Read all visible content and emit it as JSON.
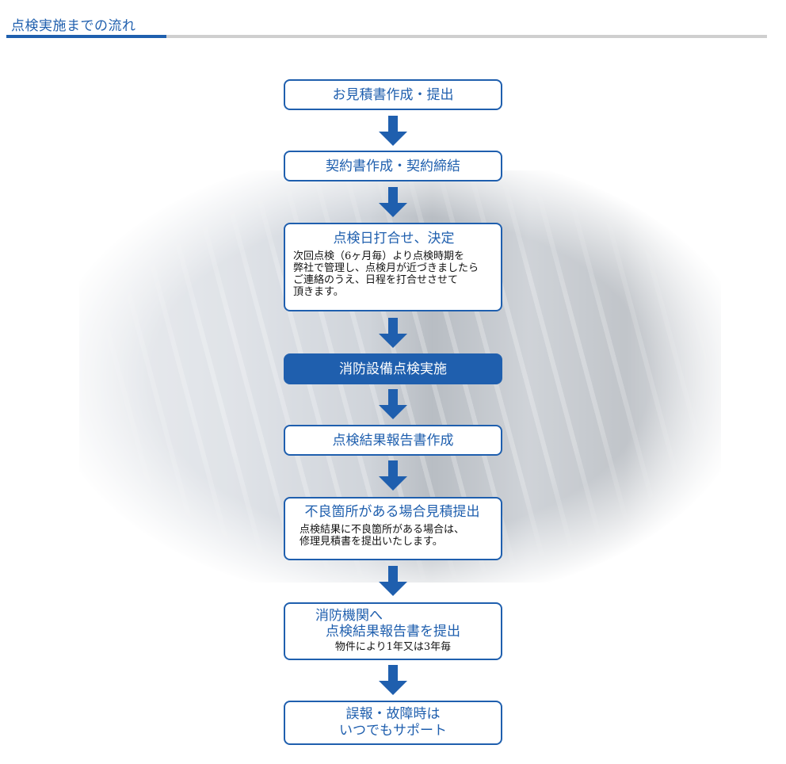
{
  "page": {
    "title": "点検実施までの流れ"
  },
  "colors": {
    "accent": "#1f5fae",
    "rule": "#cfcfcf"
  },
  "steps": [
    {
      "title": "お見積書作成・提出"
    },
    {
      "title": "契約書作成・契約締結"
    },
    {
      "title": "点検日打合せ、決定",
      "detail": [
        "次回点検（6ヶ月毎）より点検時期を",
        "弊社で管理し、点検月が近づきましたら",
        "ご連絡のうえ、日程を打合せさせて",
        "頂きます。"
      ]
    },
    {
      "title": "消防設備点検実施"
    },
    {
      "title": "点検結果報告書作成"
    },
    {
      "title": "不良箇所がある場合見積提出",
      "detail": [
        "点検結果に不良箇所がある場合は、",
        "修理見積書を提出いたします。"
      ]
    },
    {
      "title_line1": "消防機関へ",
      "title_line2": "点検結果報告書を提出",
      "detail": [
        "物件により1年又は3年毎"
      ]
    },
    {
      "title_line1": "誤報・故障時は",
      "title_line2": "いつでもサポート"
    }
  ]
}
